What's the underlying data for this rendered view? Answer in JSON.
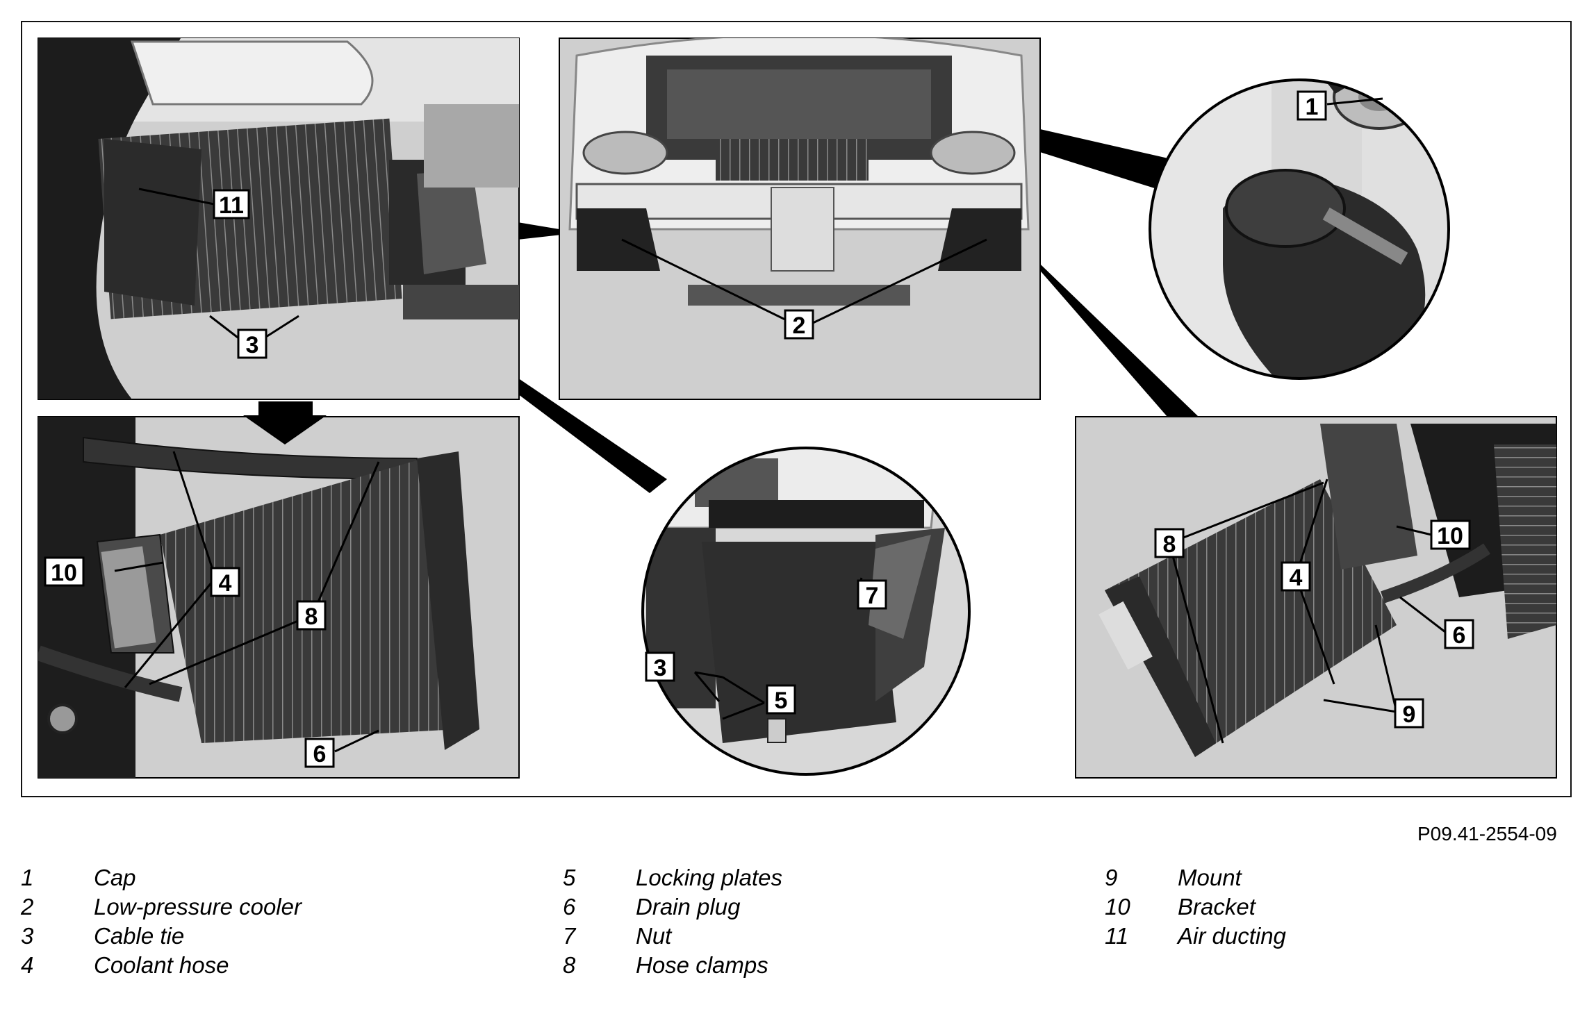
{
  "figure": {
    "reference": "P09.41-2554-09",
    "callouts": {
      "c1": "1",
      "c2": "2",
      "c3": "3",
      "c4": "4",
      "c5": "5",
      "c6": "6",
      "c7": "7",
      "c8": "8",
      "c9": "9",
      "c10": "10",
      "c11": "11"
    }
  },
  "legend": [
    {
      "num": "1",
      "label": "Cap"
    },
    {
      "num": "2",
      "label": "Low-pressure cooler"
    },
    {
      "num": "3",
      "label": "Cable tie"
    },
    {
      "num": "4",
      "label": "Coolant hose"
    },
    {
      "num": "5",
      "label": "Locking plates"
    },
    {
      "num": "6",
      "label": "Drain plug"
    },
    {
      "num": "7",
      "label": "Nut"
    },
    {
      "num": "8",
      "label": "Hose clamps"
    },
    {
      "num": "9",
      "label": "Mount"
    },
    {
      "num": "10",
      "label": "Bracket"
    },
    {
      "num": "11",
      "label": "Air ducting"
    }
  ],
  "colors": {
    "panel_bg": "#c8c8c8",
    "photo_dark": "#2a2a2a",
    "photo_mid": "#6e6e6e",
    "photo_light": "#dcdcdc",
    "line": "#000000"
  }
}
